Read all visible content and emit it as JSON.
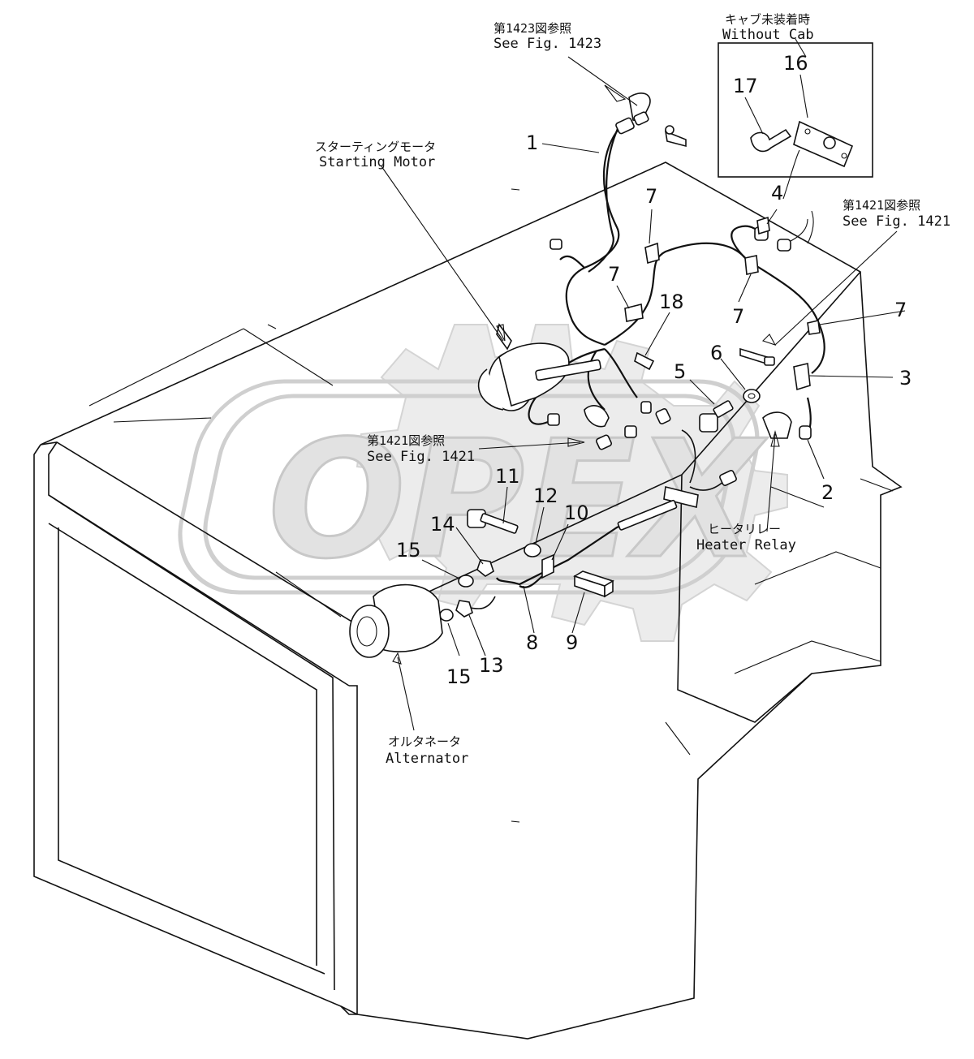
{
  "references": {
    "fig1423_jp": "第1423図参照",
    "fig1423_en": "See Fig. 1423",
    "fig1421_top_jp": "第1421図参照",
    "fig1421_top_en": "See Fig. 1421",
    "fig1421_mid_jp": "第1421図参照",
    "fig1421_mid_en": "See Fig. 1421"
  },
  "inset": {
    "title_jp": "キャブ未装着時",
    "title_en": "Without Cab"
  },
  "components": {
    "starting_motor_jp": "スターティングモータ",
    "starting_motor_en": "Starting Motor",
    "heater_relay_jp": "ヒータリレー",
    "heater_relay_en": "Heater Relay",
    "alternator_jp": "オルタネータ",
    "alternator_en": "Alternator"
  },
  "callouts": [
    "1",
    "2",
    "3",
    "4",
    "5",
    "6",
    "7",
    "7",
    "7",
    "7",
    "8",
    "9",
    "10",
    "11",
    "12",
    "13",
    "14",
    "15",
    "15",
    "16",
    "17",
    "18"
  ],
  "watermark": "OPEX"
}
